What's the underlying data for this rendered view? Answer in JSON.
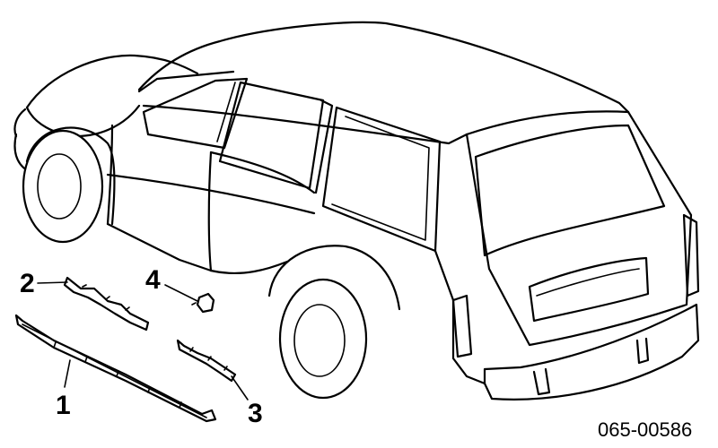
{
  "callouts": {
    "part1": "1",
    "part2": "2",
    "part3": "3",
    "part4": "4"
  },
  "document_number": "065-00586"
}
